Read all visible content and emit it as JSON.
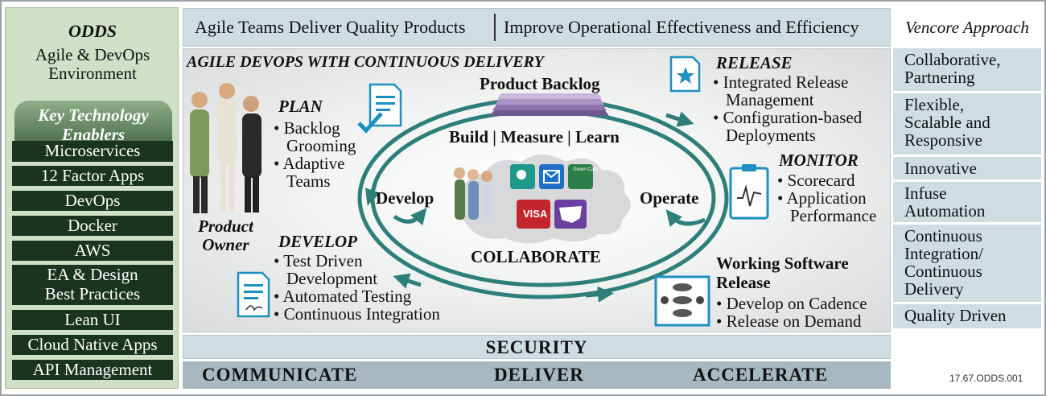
{
  "left": {
    "title": "ODDS",
    "subtitle_line1": "Agile & DevOps",
    "subtitle_line2": "Environment",
    "enablers_line1": "Key Technology",
    "enablers_line2": "Enablers",
    "items": [
      "Microservices",
      "12 Factor Apps",
      "DevOps",
      "Docker",
      "AWS",
      "EA & Design",
      "Best Practices",
      "Lean UI",
      "Cloud Native Apps",
      "API Management"
    ]
  },
  "banner": {
    "left": "Agile Teams Deliver Quality Products",
    "right": "Improve Operational Effectiveness and Efficiency"
  },
  "main": {
    "title": "AGILE DEVOPS WITH CONTINUOUS DELIVERY",
    "product_backlog": "Product Backlog",
    "build_measure_learn": "Build | Measure | Learn",
    "develop_cycle": "Develop",
    "operate_cycle": "Operate",
    "collaborate": "COLLABORATE",
    "product_owner_1": "Product",
    "product_owner_2": "Owner",
    "plan": {
      "title": "PLAN",
      "b1a": "Backlog",
      "b1b": "Grooming",
      "b2a": "Adaptive",
      "b2b": "Teams"
    },
    "develop": {
      "title": "DEVELOP",
      "b1a": "Test Driven",
      "b1b": "Development",
      "b2": "Automated Testing",
      "b3": "Continuous Integration"
    },
    "release": {
      "title": "RELEASE",
      "b1a": "Integrated  Release",
      "b1b": "Management",
      "b2a": "Configuration-based",
      "b2b": "Deployments"
    },
    "monitor": {
      "title": "MONITOR",
      "b1": "Scorecard",
      "b2a": "Application",
      "b2b": "Performance"
    },
    "working": {
      "title1": "Working Software",
      "title2": "Release",
      "b1": "Develop on Cadence",
      "b2": "Release on Demand"
    },
    "icon_labels": {
      "green_card": "Green Card",
      "visa": "VISA"
    }
  },
  "bottom": {
    "security": "SECURITY",
    "communicate": "COMMUNICATE",
    "deliver": "DELIVER",
    "accelerate": "ACCELERATE"
  },
  "right": {
    "heading": "Vencore Approach",
    "items": [
      {
        "l1": "Collaborative,",
        "l2": "Partnering"
      },
      {
        "l1": "Flexible,",
        "l2": "Scalable and",
        "l3": "Responsive"
      },
      {
        "l1": "Innovative"
      },
      {
        "l1": "Infuse",
        "l2": "Automation"
      },
      {
        "l1": "Continuous",
        "l2": "Integration/",
        "l3": "Continuous",
        "l4": "Delivery"
      },
      {
        "l1": "Quality Driven"
      }
    ]
  },
  "code": "17.67.ODDS.001",
  "colors": {
    "teal": "#2e7f7a",
    "icon_blue": "#1d8fc0",
    "dark_green": "#193520",
    "panel_green": "#cfe0c7",
    "panel_blue": "#cfdde2"
  }
}
